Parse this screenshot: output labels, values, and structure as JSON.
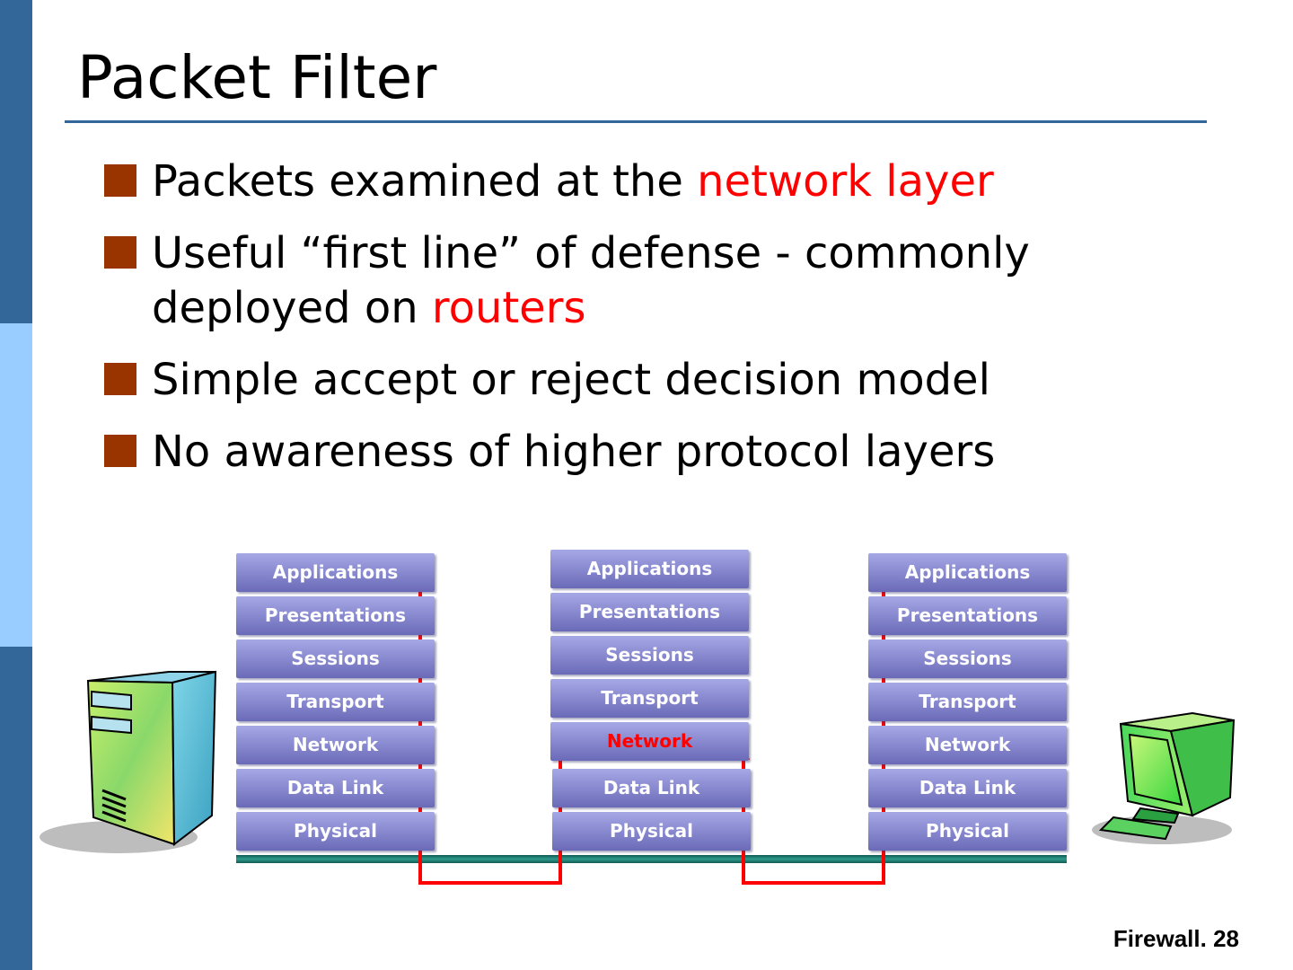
{
  "slide": {
    "title": "Packet Filter",
    "footer": "Firewall. 28"
  },
  "bullets": [
    {
      "text": "Packets examined at the ",
      "highlight": "network layer"
    },
    {
      "text": "Useful “first line” of defense - commonly deployed on ",
      "highlight": "routers"
    },
    {
      "text": "Simple accept or reject decision model",
      "highlight": ""
    },
    {
      "text": "No awareness of higher protocol layers",
      "highlight": ""
    }
  ],
  "stacks": [
    {
      "id": "left",
      "layers": [
        "Applications",
        "Presentations",
        "Sessions",
        "Transport",
        "Network",
        "Data Link",
        "Physical"
      ]
    },
    {
      "id": "middle",
      "layers": [
        "Applications",
        "Presentations",
        "Sessions",
        "Transport",
        "Network",
        "Data Link",
        "Physical"
      ],
      "highlighted_layer": "Network"
    },
    {
      "id": "right",
      "layers": [
        "Applications",
        "Presentations",
        "Sessions",
        "Transport",
        "Network",
        "Data Link",
        "Physical"
      ]
    }
  ],
  "icons": {
    "left_device": "server-tower-icon",
    "right_device": "desktop-computer-icon"
  },
  "colors": {
    "sidebar_dark": "#336699",
    "sidebar_light": "#99ccff",
    "rule": "#336699",
    "bullet_marker": "#993300",
    "highlight": "#ff0000",
    "layer_top": "#a6a8e6",
    "layer_bottom": "#6a6ab8",
    "network_bus": "#1f7a6e",
    "packet_path": "#ff0000"
  }
}
